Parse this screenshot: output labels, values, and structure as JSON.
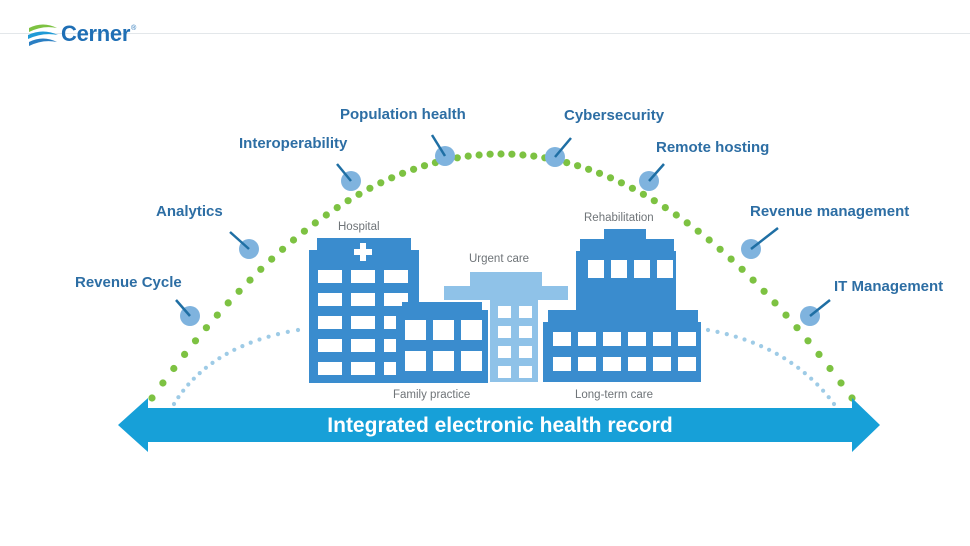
{
  "brand": {
    "name": "Cerner",
    "colors": {
      "blue": "#1f6fb5",
      "green": "#7dc242"
    }
  },
  "diagram": {
    "services": [
      {
        "label": "Revenue Cycle"
      },
      {
        "label": "Analytics"
      },
      {
        "label": "Interoperability"
      },
      {
        "label": "Population health"
      },
      {
        "label": "Cybersecurity"
      },
      {
        "label": "Remote hosting"
      },
      {
        "label": "Revenue management"
      },
      {
        "label": "IT Management"
      }
    ],
    "facilities": [
      {
        "label": "Hospital"
      },
      {
        "label": "Urgent care"
      },
      {
        "label": "Rehabilitation"
      },
      {
        "label": "Family practice"
      },
      {
        "label": "Long-term care"
      }
    ],
    "foundation": {
      "label": "Integrated electronic health record"
    },
    "colors": {
      "arc_dots": "#7dc242",
      "service_node": "#7fb3de",
      "connector": "#1f6fa4",
      "label_text": "#2d6ea4",
      "building_dark": "#3a8cce",
      "building_mid": "#5aa4dd",
      "building_light": "#8fc2e8",
      "window": "#ffffff",
      "arrow": "#17a0d8",
      "inner_dots": "#9ecbe6"
    }
  }
}
